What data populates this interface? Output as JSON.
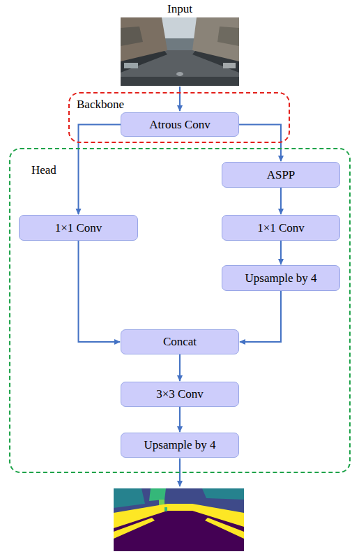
{
  "diagram": {
    "nodes": [
      {
        "text": [
          "Backbone"
        ]
      },
      {
        "text": [
          "Atrous Conv"
        ],
        "in": 0
      },
      {
        "text": [
          "Head"
        ]
      },
      {
        "text": [
          "ASPP"
        ],
        "in": 2
      },
      {
        "text": [
          "1×1 Conv"
        ],
        "in": 2
      },
      {
        "text": [
          "1×1 Conv"
        ],
        "in": 2
      },
      {
        "text": [
          "Upsample by 4"
        ],
        "in": 2
      },
      {
        "text": [
          "Concat"
        ],
        "in": 2
      },
      {
        "text": [
          "3×3 Conv"
        ],
        "in": 2
      },
      {
        "text": [
          "Upsample by 4"
        ],
        "in": 2
      }
    ],
    "edges": [
      {
        "from": 1,
        "to": 4,
        "arrow": "to"
      },
      {
        "from": 1,
        "to": 3,
        "arrow": "to"
      },
      {
        "from": 3,
        "to": 5,
        "arrow": "to"
      },
      {
        "from": 5,
        "to": 6,
        "arrow": "to"
      },
      {
        "from": 4,
        "to": 7,
        "arrow": "to"
      },
      {
        "from": 6,
        "to": 7,
        "arrow": "to"
      },
      {
        "from": 7,
        "to": 8,
        "arrow": "to"
      },
      {
        "from": 8,
        "to": 9,
        "arrow": "to"
      }
    ],
    "labels": [
      "Input"
    ]
  }
}
